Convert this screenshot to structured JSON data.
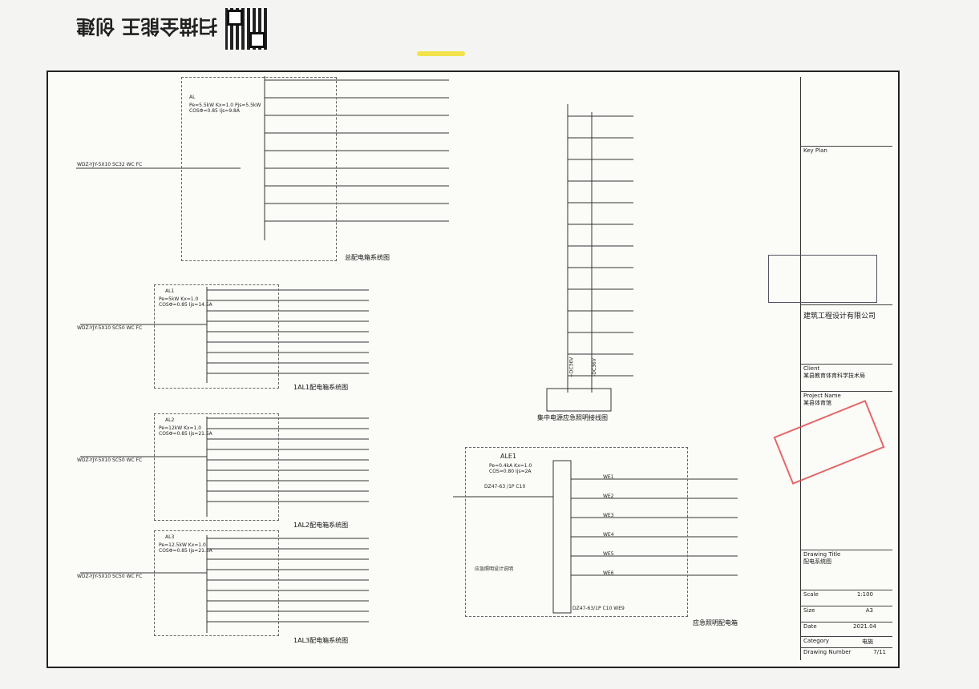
{
  "watermark": {
    "text": "扫描全能王 创建"
  },
  "panels": [
    {
      "id": "AL",
      "name": "AL",
      "params": "Pe=5.5kW Kx=1.0 Pjs=5.5kW COSΦ=0.85 Ijs=9.8A",
      "feeder": "WDZ-YJY-5X10 SC32 WC FC",
      "caption": "总配电箱系统图"
    },
    {
      "id": "AL1",
      "name": "AL1",
      "params": "Pe=5kW Kx=1.0 COSΦ=0.85 Ijs=14.5A",
      "feeder": "WDZ-YJY-5X10 SC50 WC FC",
      "caption": "1AL1配电箱系统图"
    },
    {
      "id": "AL2",
      "name": "AL2",
      "params": "Pe=12kW Kx=1.0 COSΦ=0.85 Ijs=21.5A",
      "feeder": "WDZ-YJY-5X10 SC50 WC FC",
      "caption": "1AL2配电箱系统图"
    },
    {
      "id": "AL3",
      "name": "AL3",
      "params": "Pe=12.5kW Kx=1.0 COSΦ=0.85 Ijs=21.5A",
      "feeder": "WDZ-YJY-5X10 SC50 WC FC",
      "caption": "1AL3配电箱系统图"
    }
  ],
  "riser": {
    "label_left": "+DC36V",
    "label_right": "-DC36V",
    "caption": "集中电源应急照明接线图"
  },
  "ale1": {
    "name": "ALE1",
    "params": "Pe=0.4kA Kx=1.0 COS=0.80 Ijs=2A",
    "breaker": "DZ47-63 /1P C10",
    "circuits": [
      "WE1",
      "WE2",
      "WE3",
      "WE4",
      "WE5",
      "WE6"
    ],
    "bus": "DZ47-63/1P C10 WE9",
    "caption": "应急照明配电箱",
    "notes_title": "应急照明设计说明"
  },
  "title_block": {
    "key_plan": "Key Plan",
    "company": "建筑工程设计有限公司",
    "client_label": "Client",
    "client": "某县教育体育科学技术局",
    "project_label": "Project Name",
    "project": "某县体育馆",
    "drawing_title_label": "Drawing Title",
    "drawing_title": "配电系统图",
    "scale_label": "Scale",
    "scale": "1:100",
    "size_label": "Size",
    "size": "A3",
    "date_label": "Date",
    "date": "2021.04",
    "category_label": "Category",
    "category": "电施",
    "number_label": "Drawing Number",
    "number": "7/11"
  }
}
